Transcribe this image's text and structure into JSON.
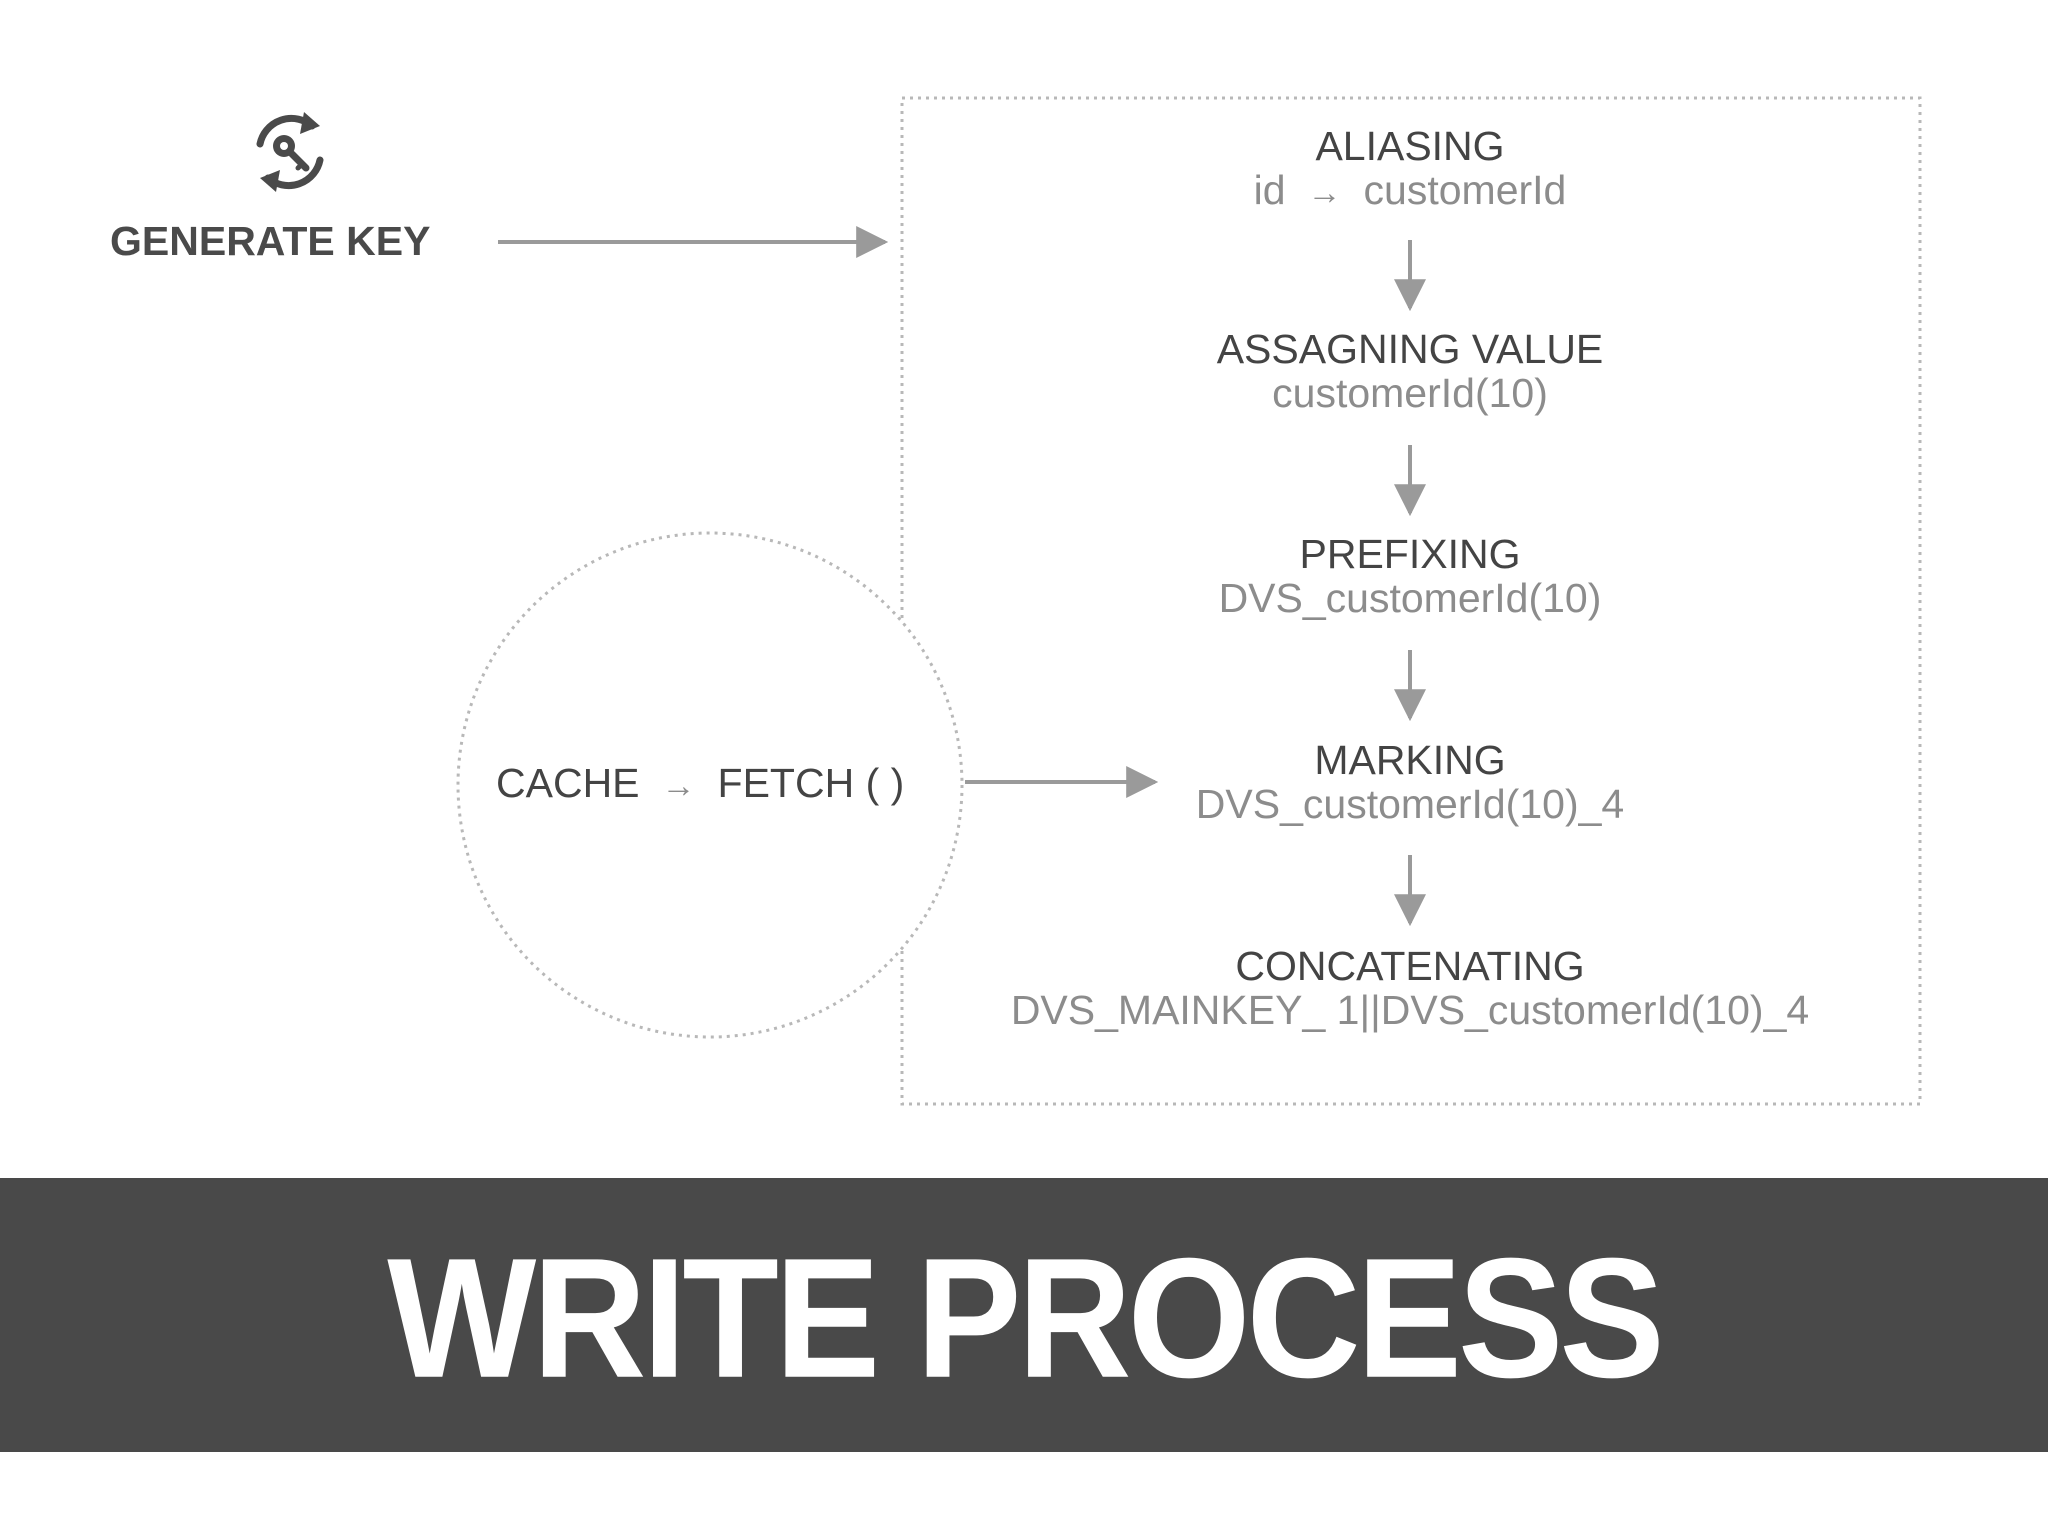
{
  "generate_key": {
    "icon": "key-refresh-icon",
    "label": "GENERATE KEY"
  },
  "steps": [
    {
      "heading": "ALIASING",
      "from": "id",
      "arrow": "→",
      "to": "customerId"
    },
    {
      "heading": "ASSAGNING VALUE",
      "value": "customerId(10)"
    },
    {
      "heading": "PREFIXING",
      "value": "DVS_customerId(10)"
    },
    {
      "heading": "MARKING",
      "value": "DVS_customerId(10)_4"
    },
    {
      "heading": "CONCATENATING",
      "value": "DVS_MAINKEY_ 1||DVS_customerId(10)_4"
    }
  ],
  "cache": {
    "from": "CACHE",
    "arrow": "→",
    "to": "FETCH ( )"
  },
  "banner": {
    "title": "WRITE PROCESS"
  },
  "colors": {
    "banner_background": "#494949",
    "banner_text": "#ffffff",
    "heading_text": "#444444",
    "value_text": "#8c8c8c",
    "arrow": "#9a9a9a",
    "dotted_border": "#b8b8b8"
  }
}
